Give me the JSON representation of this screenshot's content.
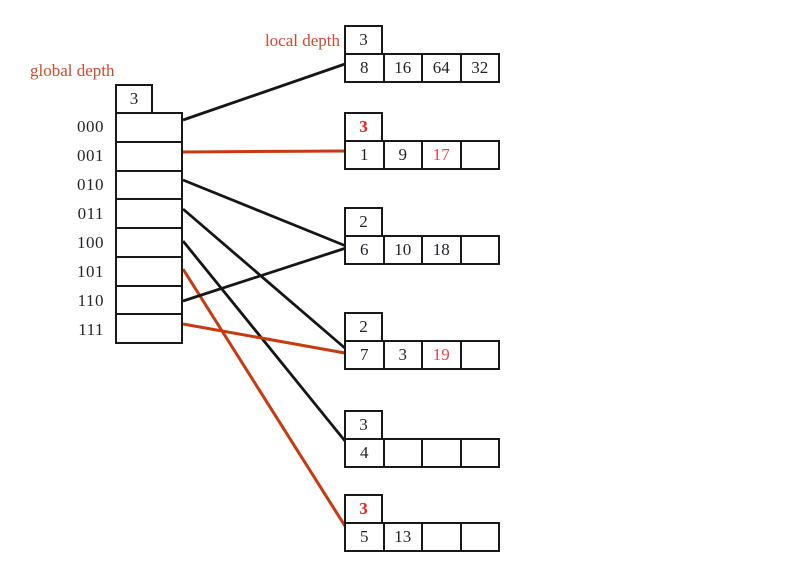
{
  "labels": {
    "global_depth": "global depth",
    "local_depth": "local depth"
  },
  "colors": {
    "label_red": "#cd4a2d",
    "link_red": "#c63a10",
    "link_black": "#161616",
    "depth_highlight_red": "#ee1c1c",
    "value_highlight_red": "#f04350",
    "text": "#23232b"
  },
  "directory": {
    "global_depth_value": "3",
    "rows": [
      {
        "label": "000",
        "points_to": "bucket-1",
        "link": "black"
      },
      {
        "label": "001",
        "points_to": "bucket-2",
        "link": "red"
      },
      {
        "label": "010",
        "points_to": "bucket-3",
        "link": "black"
      },
      {
        "label": "011",
        "points_to": "bucket-4",
        "link": "black"
      },
      {
        "label": "100",
        "points_to": "bucket-5",
        "link": "black"
      },
      {
        "label": "101",
        "points_to": "bucket-6",
        "link": "red"
      },
      {
        "label": "110",
        "points_to": "bucket-3",
        "link": "black"
      },
      {
        "label": "111",
        "points_to": "bucket-4",
        "link": "red"
      }
    ]
  },
  "buckets": [
    {
      "id": "bucket-1",
      "local_depth": "3",
      "depth_red": false,
      "cells": [
        {
          "v": "8",
          "red": false
        },
        {
          "v": "16",
          "red": false
        },
        {
          "v": "64",
          "red": false
        },
        {
          "v": "32",
          "red": false
        }
      ]
    },
    {
      "id": "bucket-2",
      "local_depth": "3",
      "depth_red": true,
      "cells": [
        {
          "v": "1",
          "red": false
        },
        {
          "v": "9",
          "red": false
        },
        {
          "v": "17",
          "red": true
        },
        {
          "v": "",
          "red": false
        }
      ]
    },
    {
      "id": "bucket-3",
      "local_depth": "2",
      "depth_red": false,
      "cells": [
        {
          "v": "6",
          "red": false
        },
        {
          "v": "10",
          "red": false
        },
        {
          "v": "18",
          "red": false
        },
        {
          "v": "",
          "red": false
        }
      ]
    },
    {
      "id": "bucket-4",
      "local_depth": "2",
      "depth_red": false,
      "cells": [
        {
          "v": "7",
          "red": false
        },
        {
          "v": "3",
          "red": false
        },
        {
          "v": "19",
          "red": true
        },
        {
          "v": "",
          "red": false
        }
      ]
    },
    {
      "id": "bucket-5",
      "local_depth": "3",
      "depth_red": false,
      "cells": [
        {
          "v": "4",
          "red": false
        },
        {
          "v": "",
          "red": false
        },
        {
          "v": "",
          "red": false
        },
        {
          "v": "",
          "red": false
        }
      ]
    },
    {
      "id": "bucket-6",
      "local_depth": "3",
      "depth_red": true,
      "cells": [
        {
          "v": "5",
          "red": false
        },
        {
          "v": "13",
          "red": false
        },
        {
          "v": "",
          "red": false
        },
        {
          "v": "",
          "red": false
        }
      ]
    }
  ]
}
